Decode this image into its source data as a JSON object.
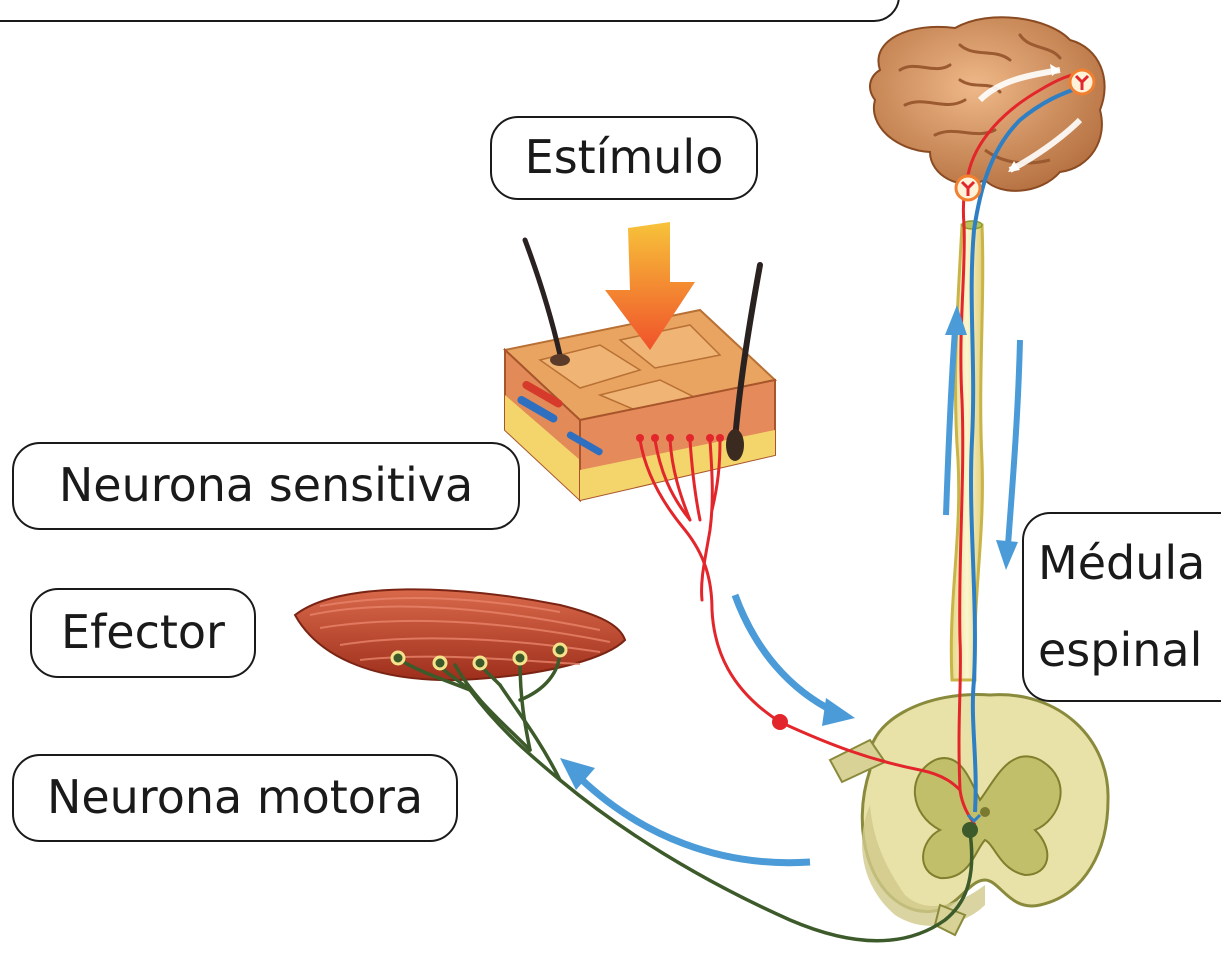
{
  "labels": {
    "estimulo": "Estímulo",
    "neurona_sensitiva": "Neurona sensitiva",
    "efector": "Efector",
    "neurona_motora": "Neurona motora",
    "medula_line1": "Médula",
    "medula_line2": "espinal"
  },
  "colors": {
    "sensory_neuron": "#e3262b",
    "motor_neuron": "#3c5a2a",
    "ascending_nerve": "#2f7fc4",
    "flow_arrow": "#4a9bd8",
    "stimulus_arrow": "#f05a22",
    "spinal_cord": "#f3ecb0",
    "gray_matter": "#c9c679",
    "brain": "#d99a66",
    "muscle": "#c0452c",
    "skin": "#e3a565"
  }
}
